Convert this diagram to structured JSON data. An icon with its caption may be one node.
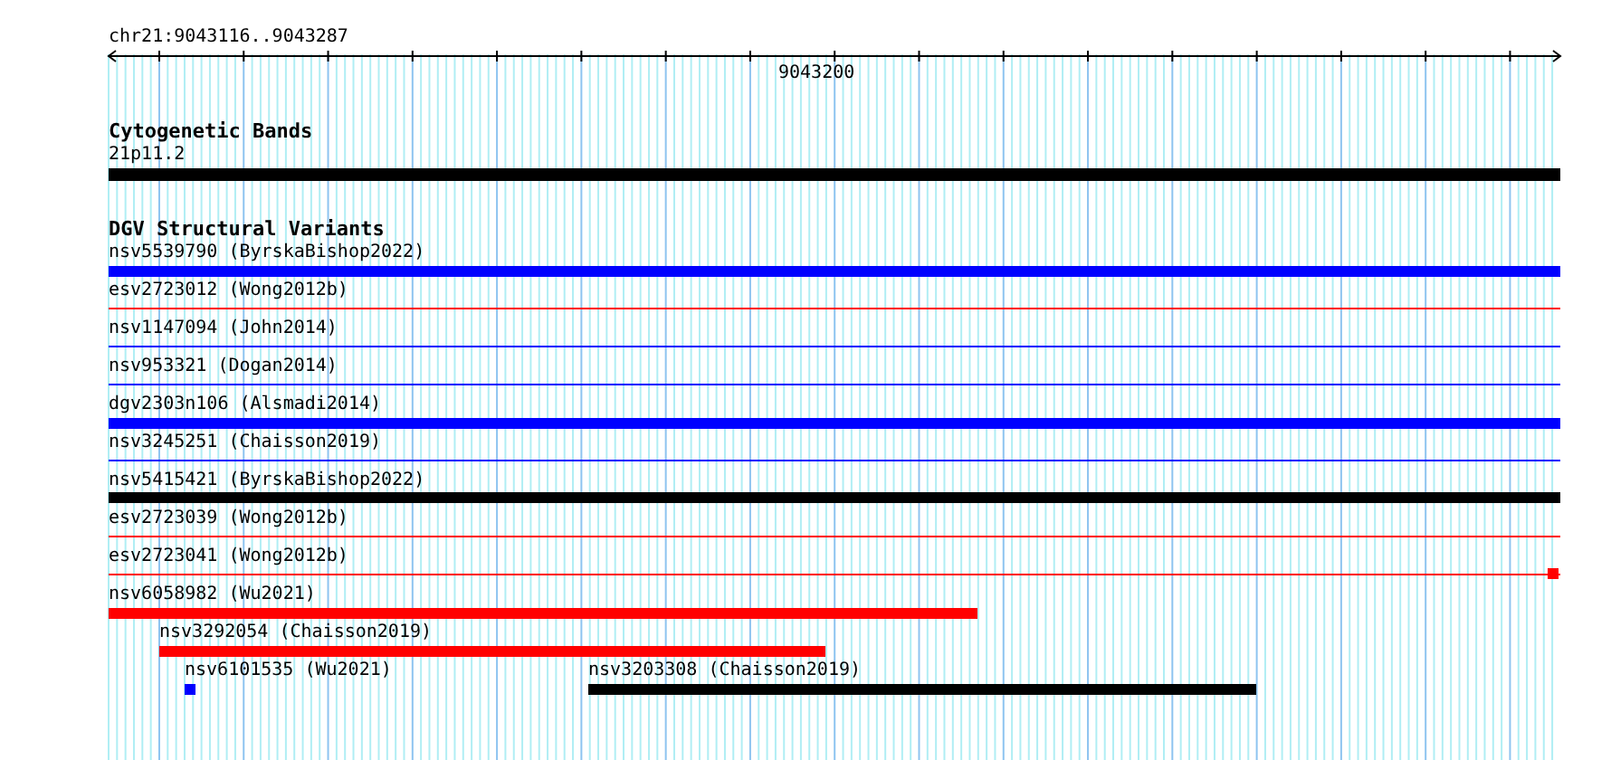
{
  "diagram": {
    "labels": [
      "chr21:9043116..9043287",
      "9043200",
      "Cytogenetic Bands",
      "21p11.2",
      "DGV Structural Variants",
      "nsv5539790 (ByrskaBishop2022)",
      "esv2723012 (Wong2012b)",
      "nsv1147094 (John2014)",
      "nsv953321 (Dogan2014)",
      "dgv2303n106 (Alsmadi2014)",
      "nsv3245251 (Chaisson2019)",
      "nsv5415421 (ByrskaBishop2022)",
      "esv2723039 (Wong2012b)",
      "esv2723041 (Wong2012b)",
      "nsv6058982 (Wu2021)",
      "nsv3292054 (Chaisson2019)",
      "nsv6101535 (Wu2021)",
      "nsv3203308 (Chaisson2019)"
    ]
  }
}
